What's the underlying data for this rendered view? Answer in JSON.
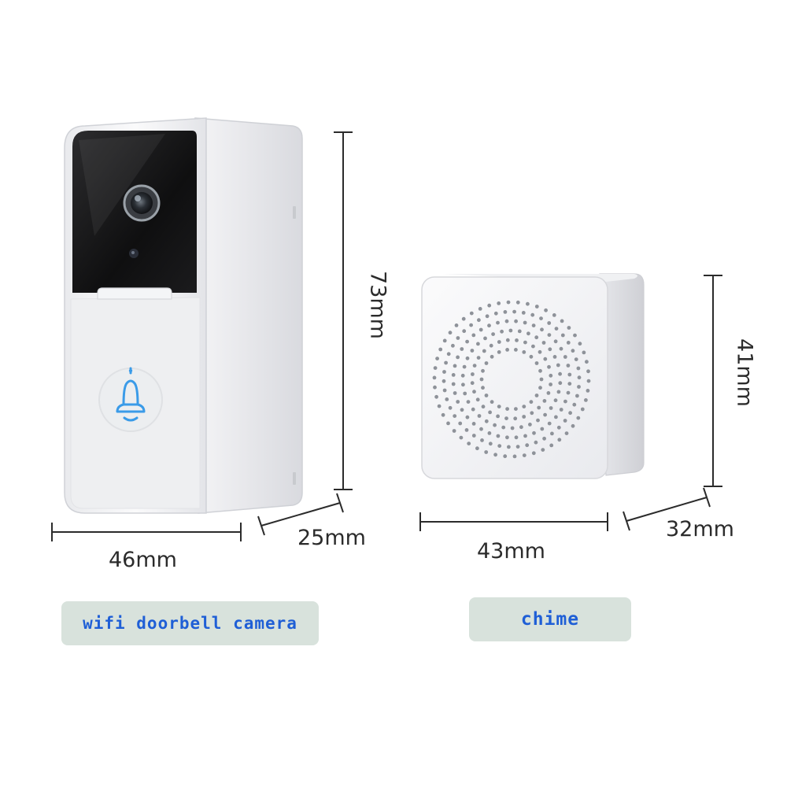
{
  "products": [
    {
      "name": "wifi doorbell camera",
      "icon": "bell-icon",
      "dimensions": {
        "height": "73mm",
        "width": "46mm",
        "depth": "25mm"
      }
    },
    {
      "name": "chime",
      "icon": "speaker-grille-icon",
      "dimensions": {
        "height": "41mm",
        "width": "43mm",
        "depth": "32mm"
      }
    }
  ],
  "colors": {
    "label_background": "#d8e2dc",
    "label_text": "#1f5fd6",
    "bell_accent": "#3a9be8",
    "device_body": "#f1f2f4",
    "camera_panel": "#141414"
  }
}
